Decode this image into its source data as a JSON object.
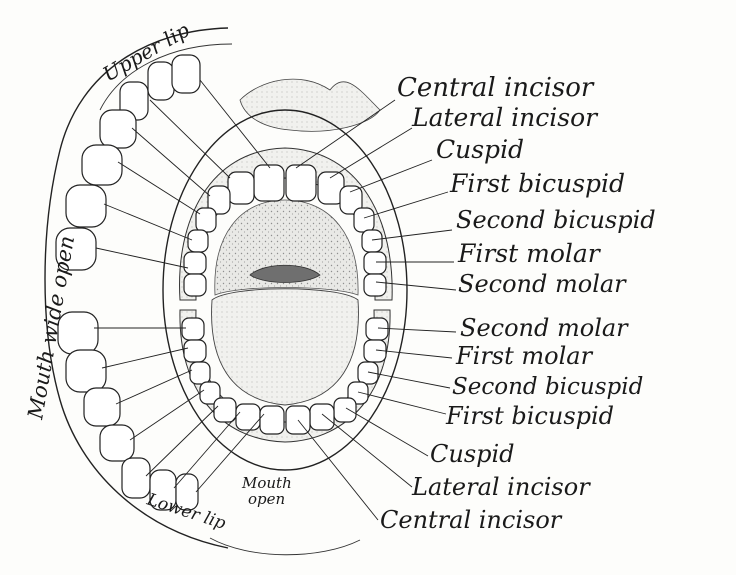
{
  "upper_labels": [
    "Central incisor",
    "Lateral incisor",
    "Cuspid",
    "First bicuspid",
    "Second bicuspid",
    "First molar",
    "Second molar"
  ],
  "lower_labels": [
    "Second molar",
    "First molar",
    "Second bicuspid",
    "First bicuspid",
    "Cuspid",
    "Lateral incisor",
    "Central incisor"
  ],
  "side_labels": {
    "upper_lip": "Upper lip",
    "mouth_wide_open": "Mouth wide open",
    "lower_lip": "Lower lip",
    "mouth_open_1": "Mouth",
    "mouth_open_2": "open"
  },
  "colors": {
    "ink": "#222222",
    "shade": "#9a9a9a",
    "paper": "#fdfdfb"
  }
}
